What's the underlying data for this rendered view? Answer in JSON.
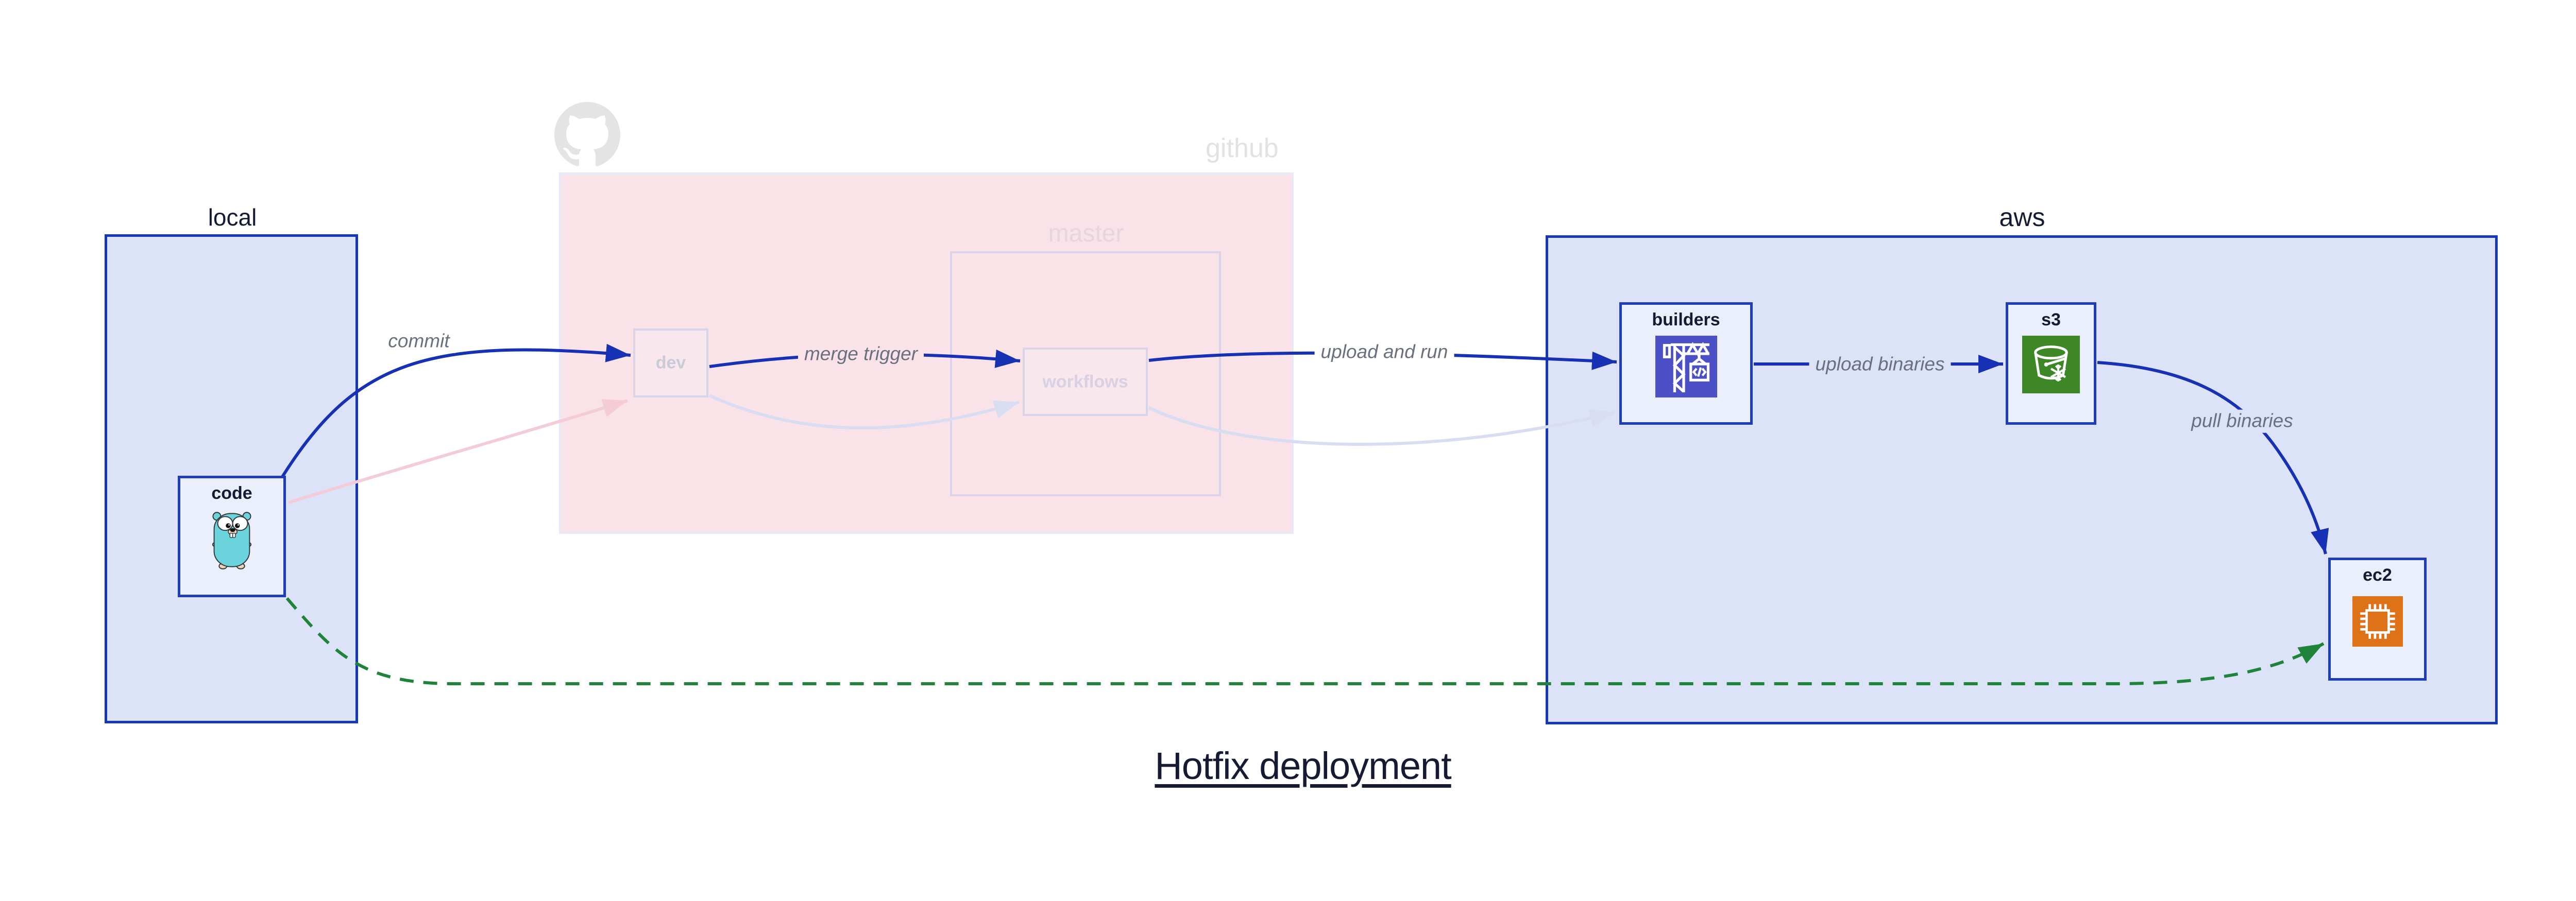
{
  "title": {
    "text": "Hotfix deployment"
  },
  "containers": {
    "local": {
      "label": "local"
    },
    "github": {
      "label": "github"
    },
    "master": {
      "label": "master"
    },
    "aws": {
      "label": "aws"
    }
  },
  "nodes": {
    "code": {
      "label": "code",
      "icon": "go-gopher-icon"
    },
    "dev": {
      "label": "dev"
    },
    "workflows": {
      "label": "workflows"
    },
    "builders": {
      "label": "builders",
      "icon": "codebuild-crane-icon",
      "icon_bg": "#4b50c6"
    },
    "s3": {
      "label": "s3",
      "icon": "s3-bucket-snowflake-icon",
      "icon_bg": "#3e8727"
    },
    "ec2": {
      "label": "ec2",
      "icon": "ec2-chip-icon",
      "icon_bg": "#dd7218"
    }
  },
  "edges": {
    "commit": {
      "label": "commit",
      "from": "code",
      "to": "dev",
      "style": "solid"
    },
    "merge_trigger": {
      "label": "merge trigger",
      "from": "dev",
      "to": "workflows",
      "style": "solid"
    },
    "upload_and_run": {
      "label": "upload and run",
      "from": "workflows",
      "to": "builders",
      "style": "solid"
    },
    "upload_binaries": {
      "label": "upload binaries",
      "from": "builders",
      "to": "s3",
      "style": "solid"
    },
    "pull_binaries": {
      "label": "pull binaries",
      "from": "s3",
      "to": "ec2",
      "style": "solid"
    },
    "code_to_dev_faded": {
      "label": "",
      "from": "code",
      "to": "dev",
      "style": "faded"
    },
    "dev_to_workflows_faded": {
      "label": "",
      "from": "dev",
      "to": "workflows",
      "style": "faded"
    },
    "workflows_to_builders_faded": {
      "label": "",
      "from": "workflows",
      "to": "builders",
      "style": "faded"
    },
    "hotfix_path": {
      "label": "",
      "from": "code",
      "to": "ec2",
      "style": "dashed"
    }
  },
  "colors": {
    "edge_blue": "#1731b5",
    "edge_green": "#1f8339",
    "edge_faded_pink": "#f3ccd8",
    "edge_faded_lav": "#d9ddf1",
    "container_fill": "#dce3f8",
    "container_border": "#1438b8",
    "github_fill": "#f9e2e8",
    "node_fill": "#ebeffb",
    "octocat_gray": "#e4e4e4",
    "label_gray": "#6a7080",
    "dark_text": "#151b33"
  }
}
